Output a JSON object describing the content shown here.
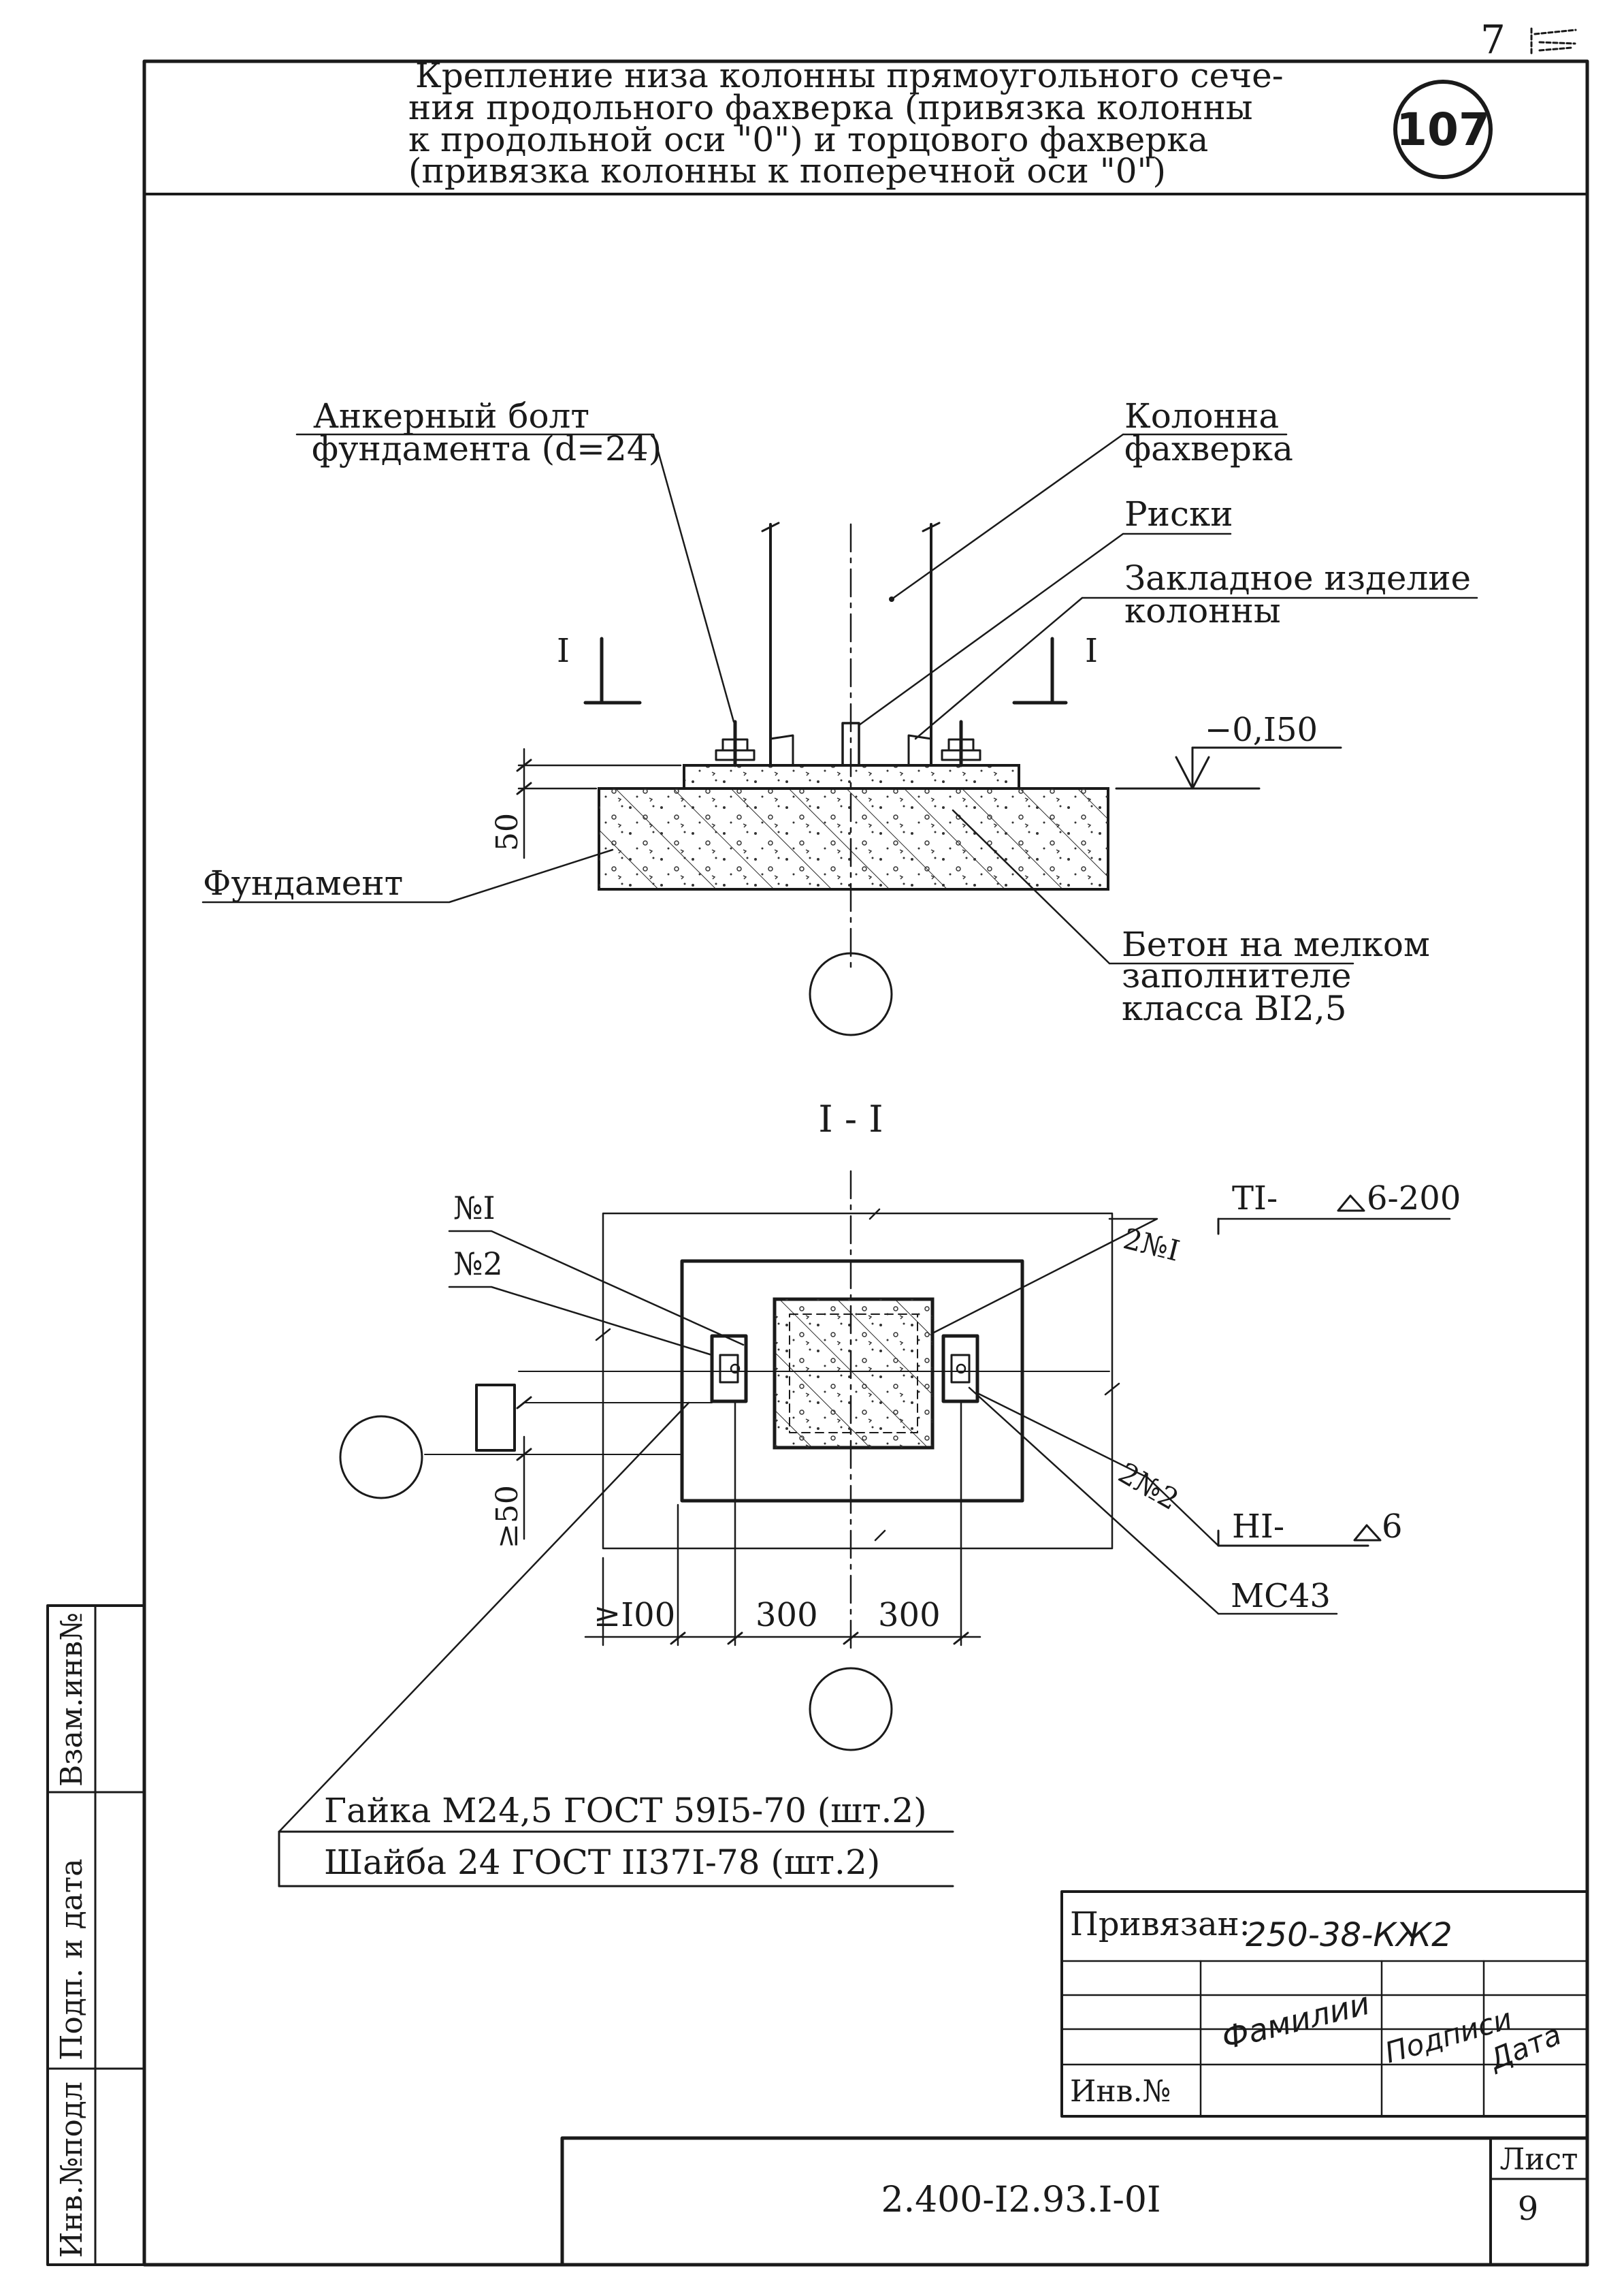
{
  "header": {
    "corner_number": "7",
    "title_lines": [
      "Крепление низа колонны прямоугольного сече-",
      "ния продольного фахверка (привязка колонны",
      "к продольной оси \"0\") и торцового фахверка",
      "(привязка колонны к поперечной оси \"0\")"
    ],
    "sheet_badge": "107"
  },
  "elevation": {
    "anchor_bolt_lines": [
      "Анкерный болт",
      "фундамента (d=24)"
    ],
    "column_lines": [
      "Колонна",
      "фахверка"
    ],
    "marks_label": "Риски",
    "embedded_lines": [
      "Закладное изделие",
      "колонны"
    ],
    "section_mark": "I",
    "level_value": "−0,I50",
    "dim_grout": "50",
    "foundation_label": "Фундамент",
    "concrete_lines": [
      "Бетон на мелком",
      "заполнителе",
      "класса BI2,5"
    ]
  },
  "section": {
    "title": "I - I",
    "part1": "№I",
    "part2": "№2",
    "two_part1": "2№I",
    "two_part2": "2№2",
    "weld_top": "TI-",
    "weld_top_size": "6-200",
    "weld_bottom": "HI-",
    "weld_bottom_size": "6",
    "electrode": "МС43",
    "dim_min_left": "≥I00",
    "dim_300_left": "300",
    "dim_300_right": "300",
    "dim_min_bottom": "≥50",
    "nut_note": "Гайка М24,5 ГОСТ 59I5-70 (шт.2)",
    "washer_note": "Шайба 24 ГОСТ II37I-78 (шт.2)"
  },
  "binding_table": {
    "label": "Привязан:",
    "code": "250-38-КЖ2",
    "col_names": "Фамилии",
    "col_signatures": "Подписи",
    "col_date": "Дата",
    "inv_label": "Инв.№"
  },
  "side_stamp": {
    "cells": [
      "Инв.№подл",
      "Подп. и дата",
      "Взам.инв№"
    ]
  },
  "title_block": {
    "doc_code": "2.400-I2.93.I-0I",
    "sheet_label": "Лист",
    "sheet_number": "9"
  }
}
